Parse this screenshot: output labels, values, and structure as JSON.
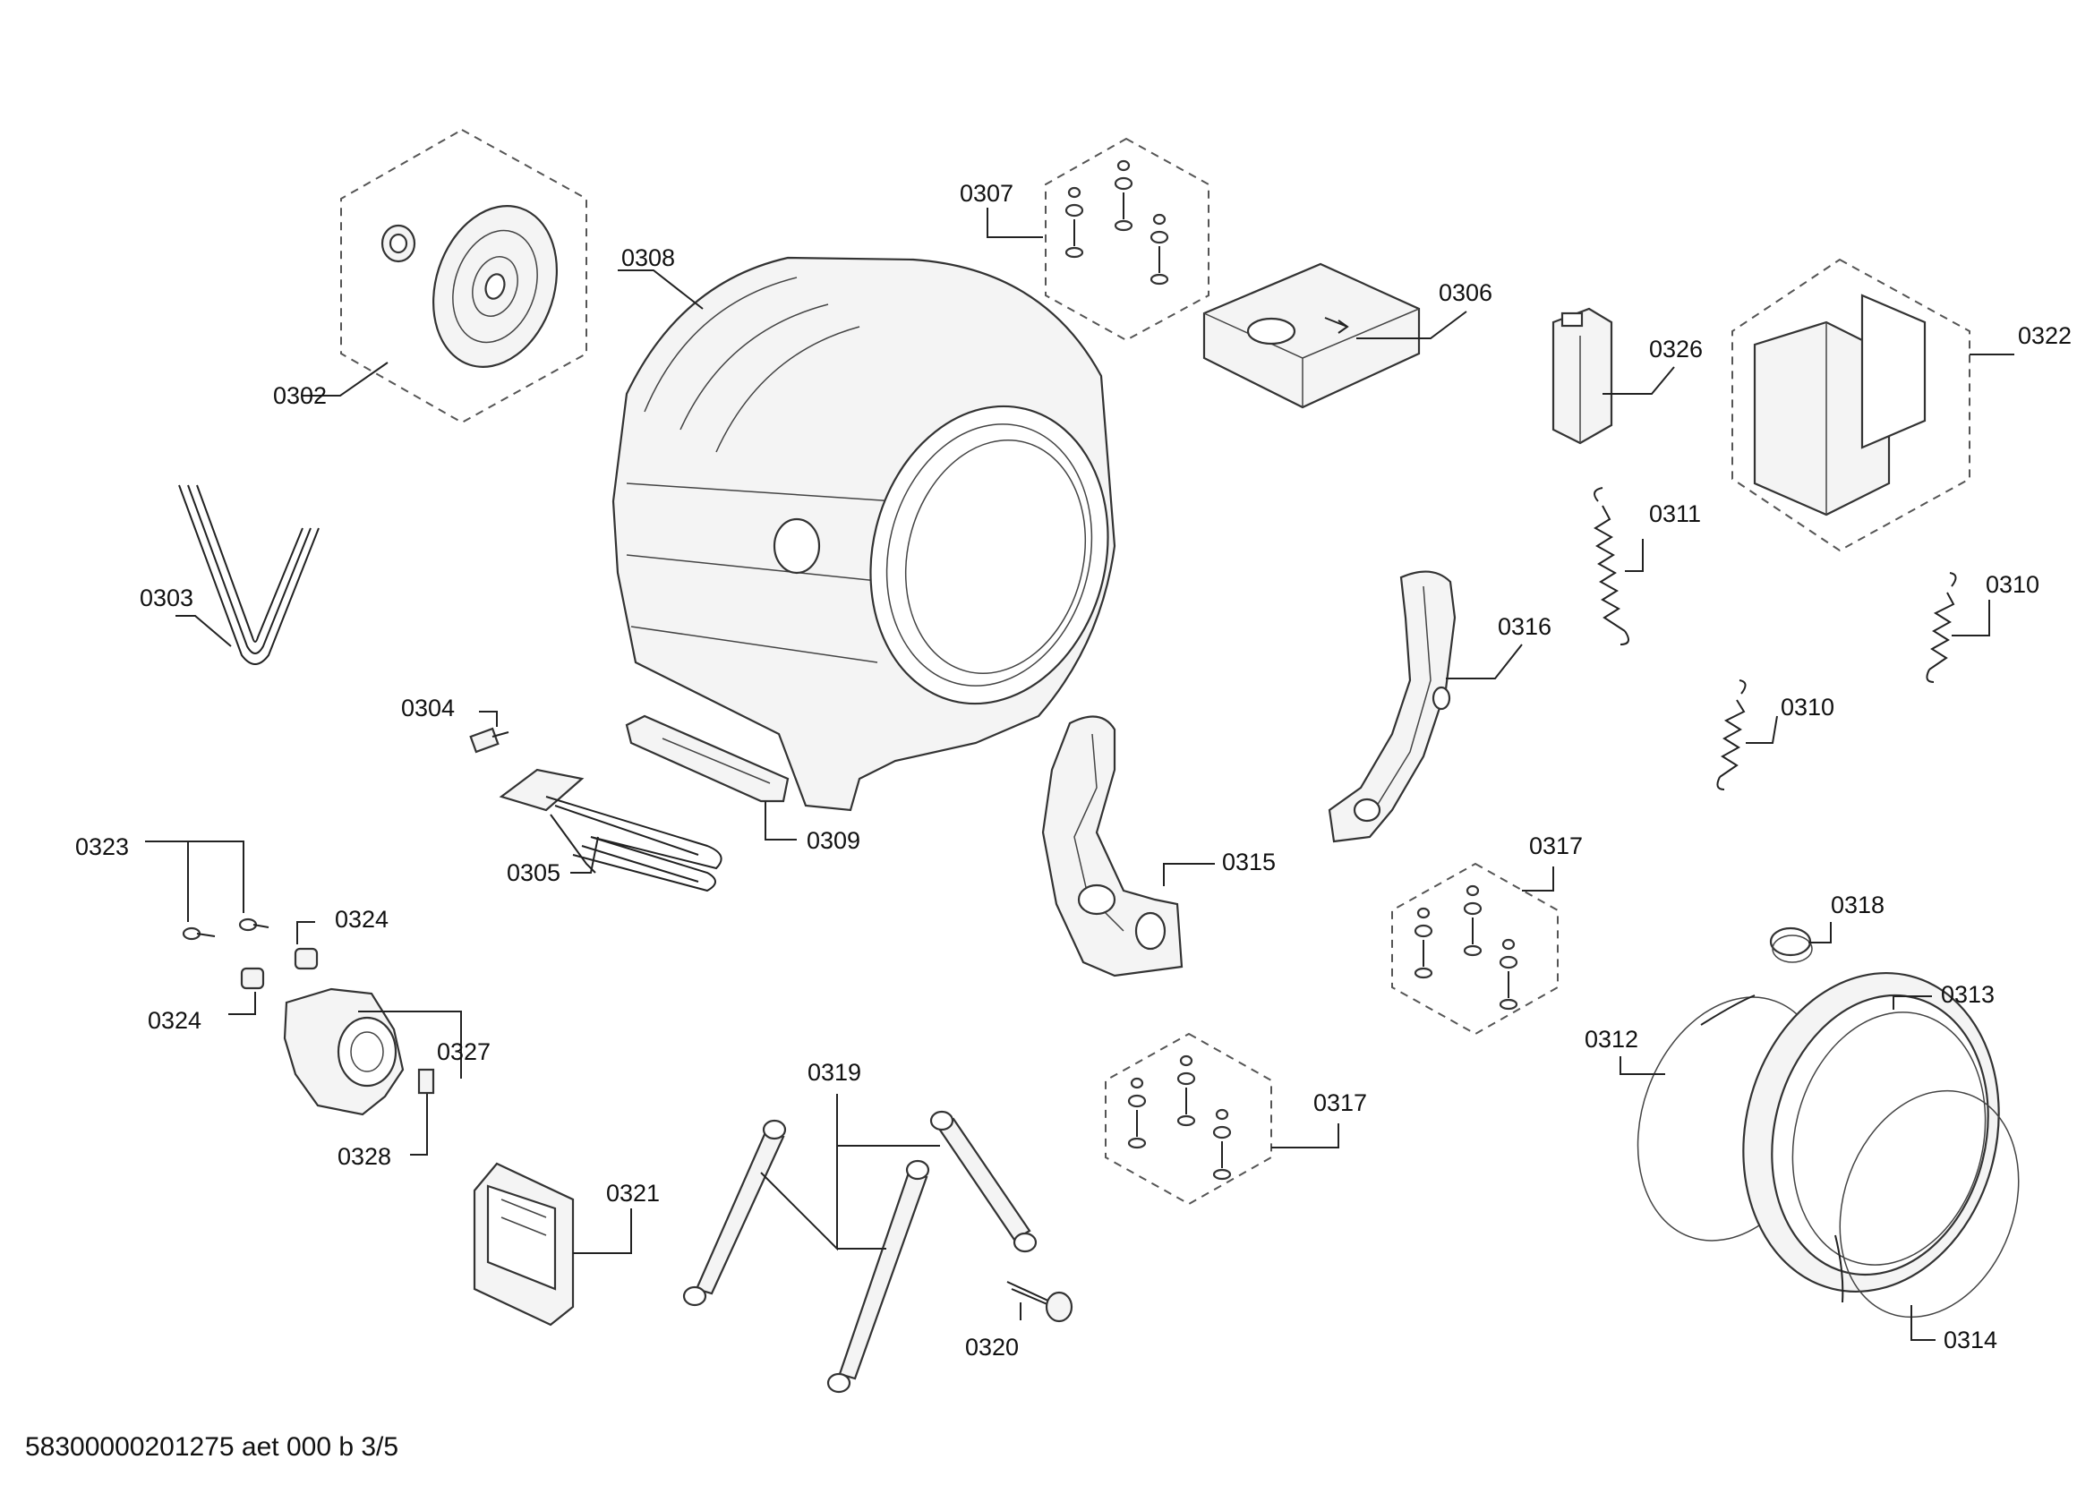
{
  "diagram": {
    "labels": {
      "p0302": "0302",
      "p0303": "0303",
      "p0304": "0304",
      "p0305": "0305",
      "p0306": "0306",
      "p0307": "0307",
      "p0308": "0308",
      "p0309": "0309",
      "p0310a": "0310",
      "p0310b": "0310",
      "p0311": "0311",
      "p0312": "0312",
      "p0313": "0313",
      "p0314": "0314",
      "p0315": "0315",
      "p0316": "0316",
      "p0317a": "0317",
      "p0317b": "0317",
      "p0318": "0318",
      "p0319": "0319",
      "p0320": "0320",
      "p0321": "0321",
      "p0322": "0322",
      "p0323": "0323",
      "p0324a": "0324",
      "p0324b": "0324",
      "p0326": "0326",
      "p0327": "0327",
      "p0328": "0328"
    },
    "footer": "58300000201275 aet 000 b 3/5"
  }
}
